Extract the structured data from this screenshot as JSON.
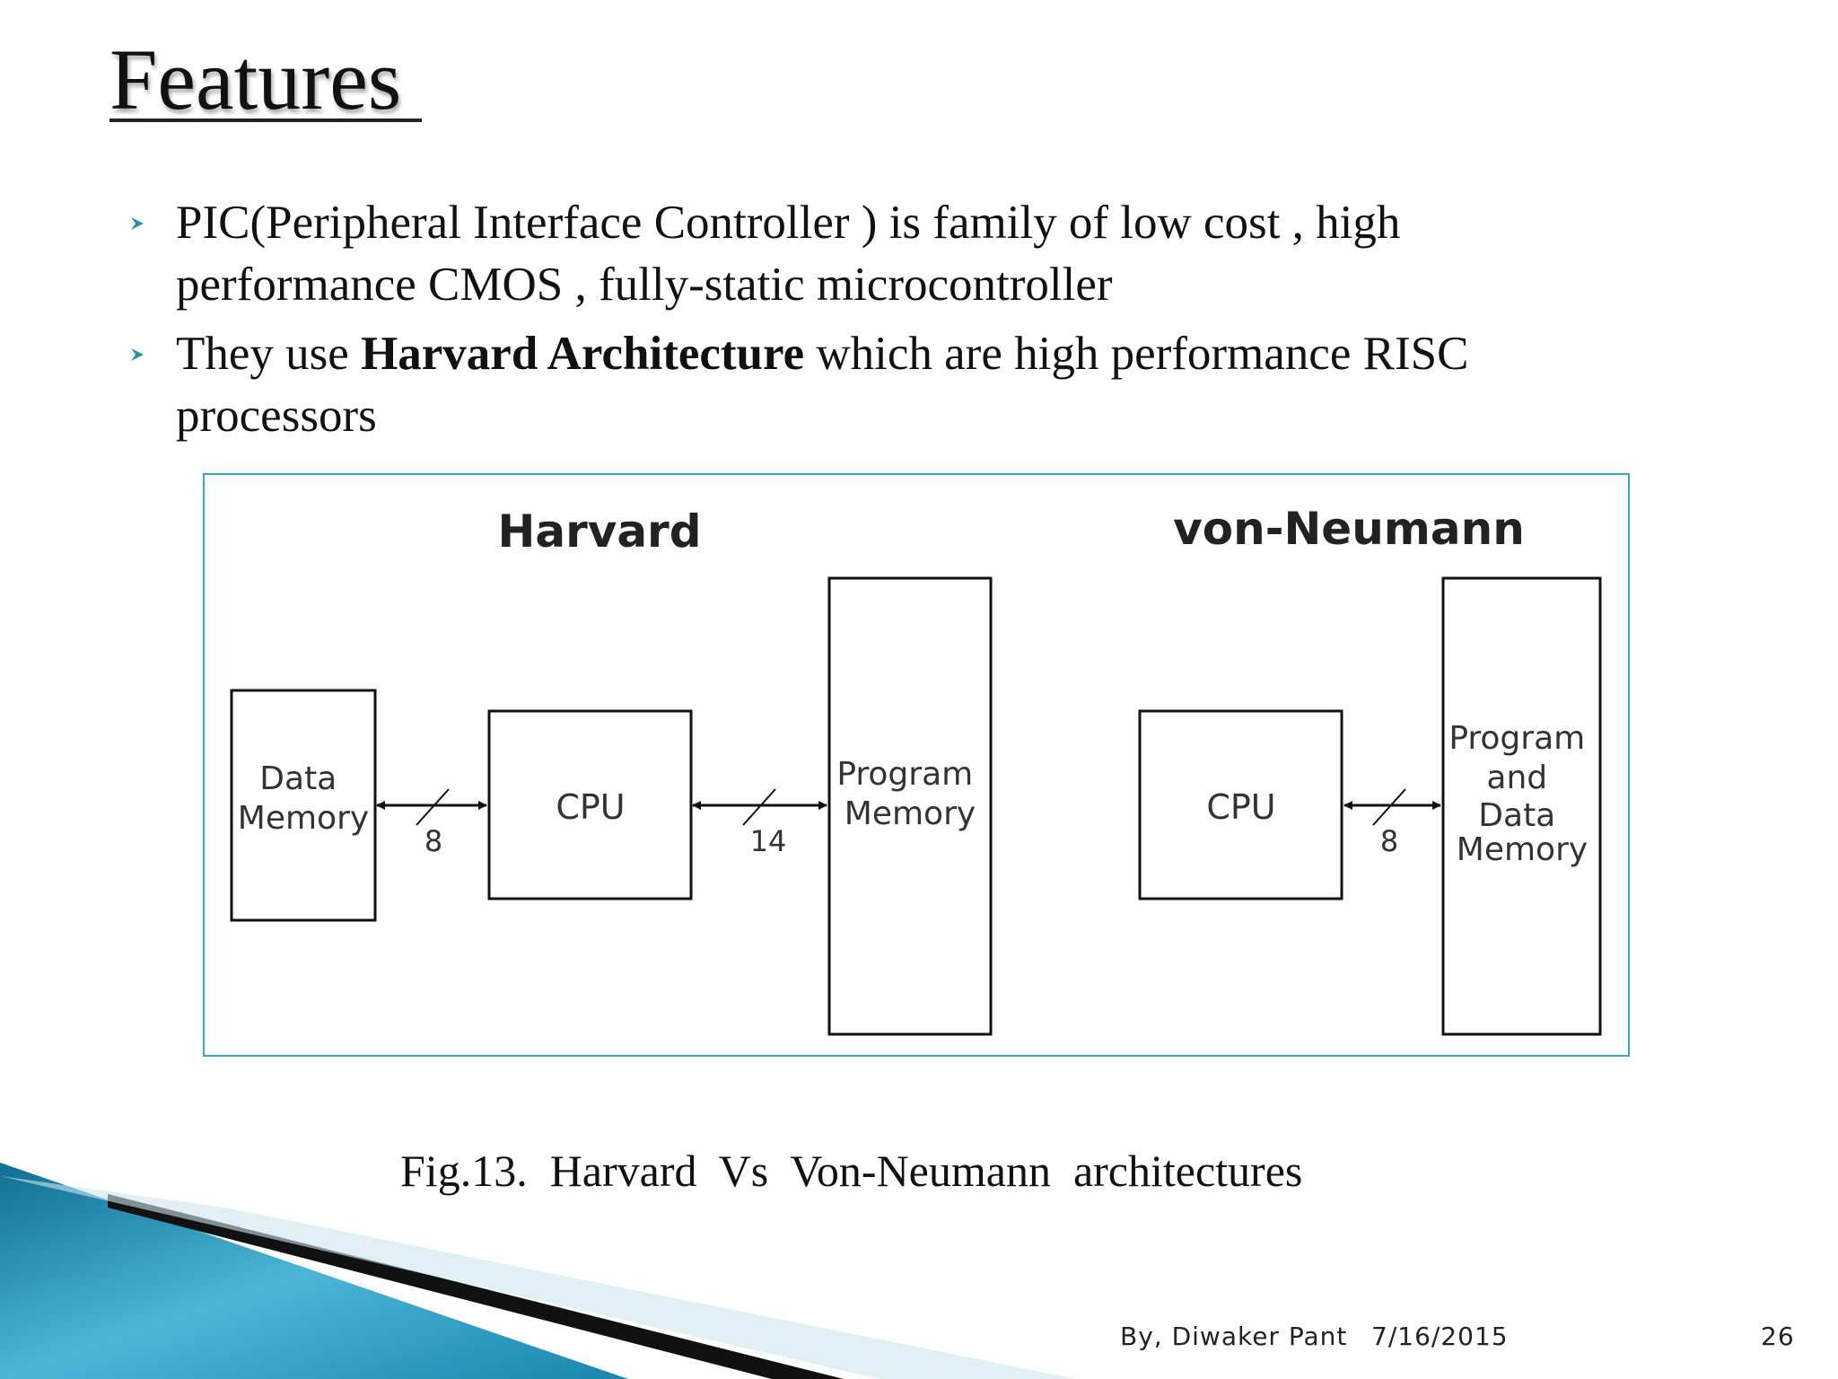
{
  "slide": {
    "title": "Features",
    "bullets": [
      {
        "pre": "PIC(Peripheral Interface Controller ) is family of low cost , high performance CMOS , fully-static microcontroller",
        "bold": "",
        "post": ""
      },
      {
        "pre": "They use ",
        "bold": "Harvard Architecture",
        "post": " which are high performance RISC processors"
      }
    ],
    "caption": "Fig.13.  Harvard  Vs  Von-Neumann  architectures",
    "footer": {
      "author": "By,  Diwaker Pant",
      "date": "7/16/2015",
      "page": "26"
    }
  },
  "diagram": {
    "harvard": {
      "heading": "Harvard",
      "data_memory": "Data Memory",
      "cpu": "CPU",
      "program_memory": "Program Memory",
      "bus_data_width": "8",
      "bus_program_width": "14"
    },
    "von_neumann": {
      "heading": "von-Neumann",
      "cpu": "CPU",
      "memory_line1": "Program",
      "memory_line2": "and",
      "memory_line3": "Data",
      "memory_line4": "Memory",
      "bus_width": "8"
    }
  },
  "colors": {
    "accent": "#39a7b8",
    "bullet": "#2a8fa5"
  }
}
